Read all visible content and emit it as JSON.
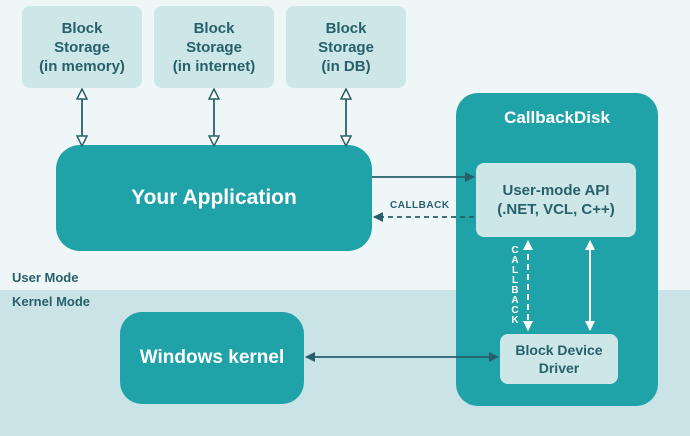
{
  "storages": [
    {
      "label": "Block\nStorage\n(in memory)"
    },
    {
      "label": "Block\nStorage\n(in internet)"
    },
    {
      "label": "Block\nStorage\n(in DB)"
    }
  ],
  "callbackdisk": {
    "title": "CallbackDisk"
  },
  "app": {
    "label": "Your Application"
  },
  "api": {
    "label": "User-mode API\n(.NET, VCL, C++)"
  },
  "driver": {
    "label": "Block Device\nDriver"
  },
  "kernel": {
    "label": "Windows kernel"
  },
  "modes": {
    "user": "User Mode",
    "kernel": "Kernel Mode"
  },
  "callback_label": "CALLBACK",
  "callback_vertical": [
    "C",
    "A",
    "L",
    "L",
    "B",
    "A",
    "C",
    "K"
  ],
  "colors": {
    "teal": "#20a2a9",
    "light_box": "#cde6e8",
    "text_dark": "#27606a",
    "background": "#eef6f7",
    "kernel_band": "#c9e3e6"
  }
}
